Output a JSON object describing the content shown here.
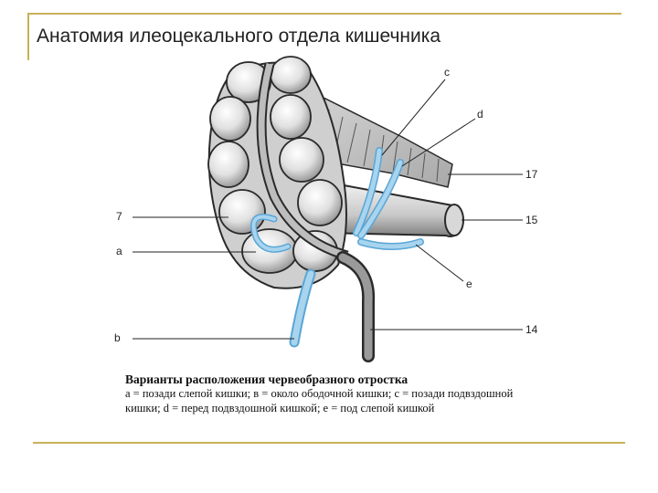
{
  "title": "Анатомия илеоцекального отдела кишечника",
  "labels": {
    "c": "c",
    "d": "d",
    "n17": "17",
    "n7": "7",
    "n15": "15",
    "a": "a",
    "e": "e",
    "b": "b",
    "n14": "14"
  },
  "caption": {
    "heading": "Варианты расположения червеобразного отростка",
    "body": "a = позади слепой кишки; в = около ободочной кишки; с = позади подвздошной кишки; d = перед подвздошной кишкой; е = под слепой кишкой"
  },
  "colors": {
    "frame": "#c8b15a",
    "appendix": "#a8d4ee",
    "appendix_edge": "#5aa6d6",
    "bowel": "#e2e2e2",
    "outline": "#2a2a2a"
  }
}
